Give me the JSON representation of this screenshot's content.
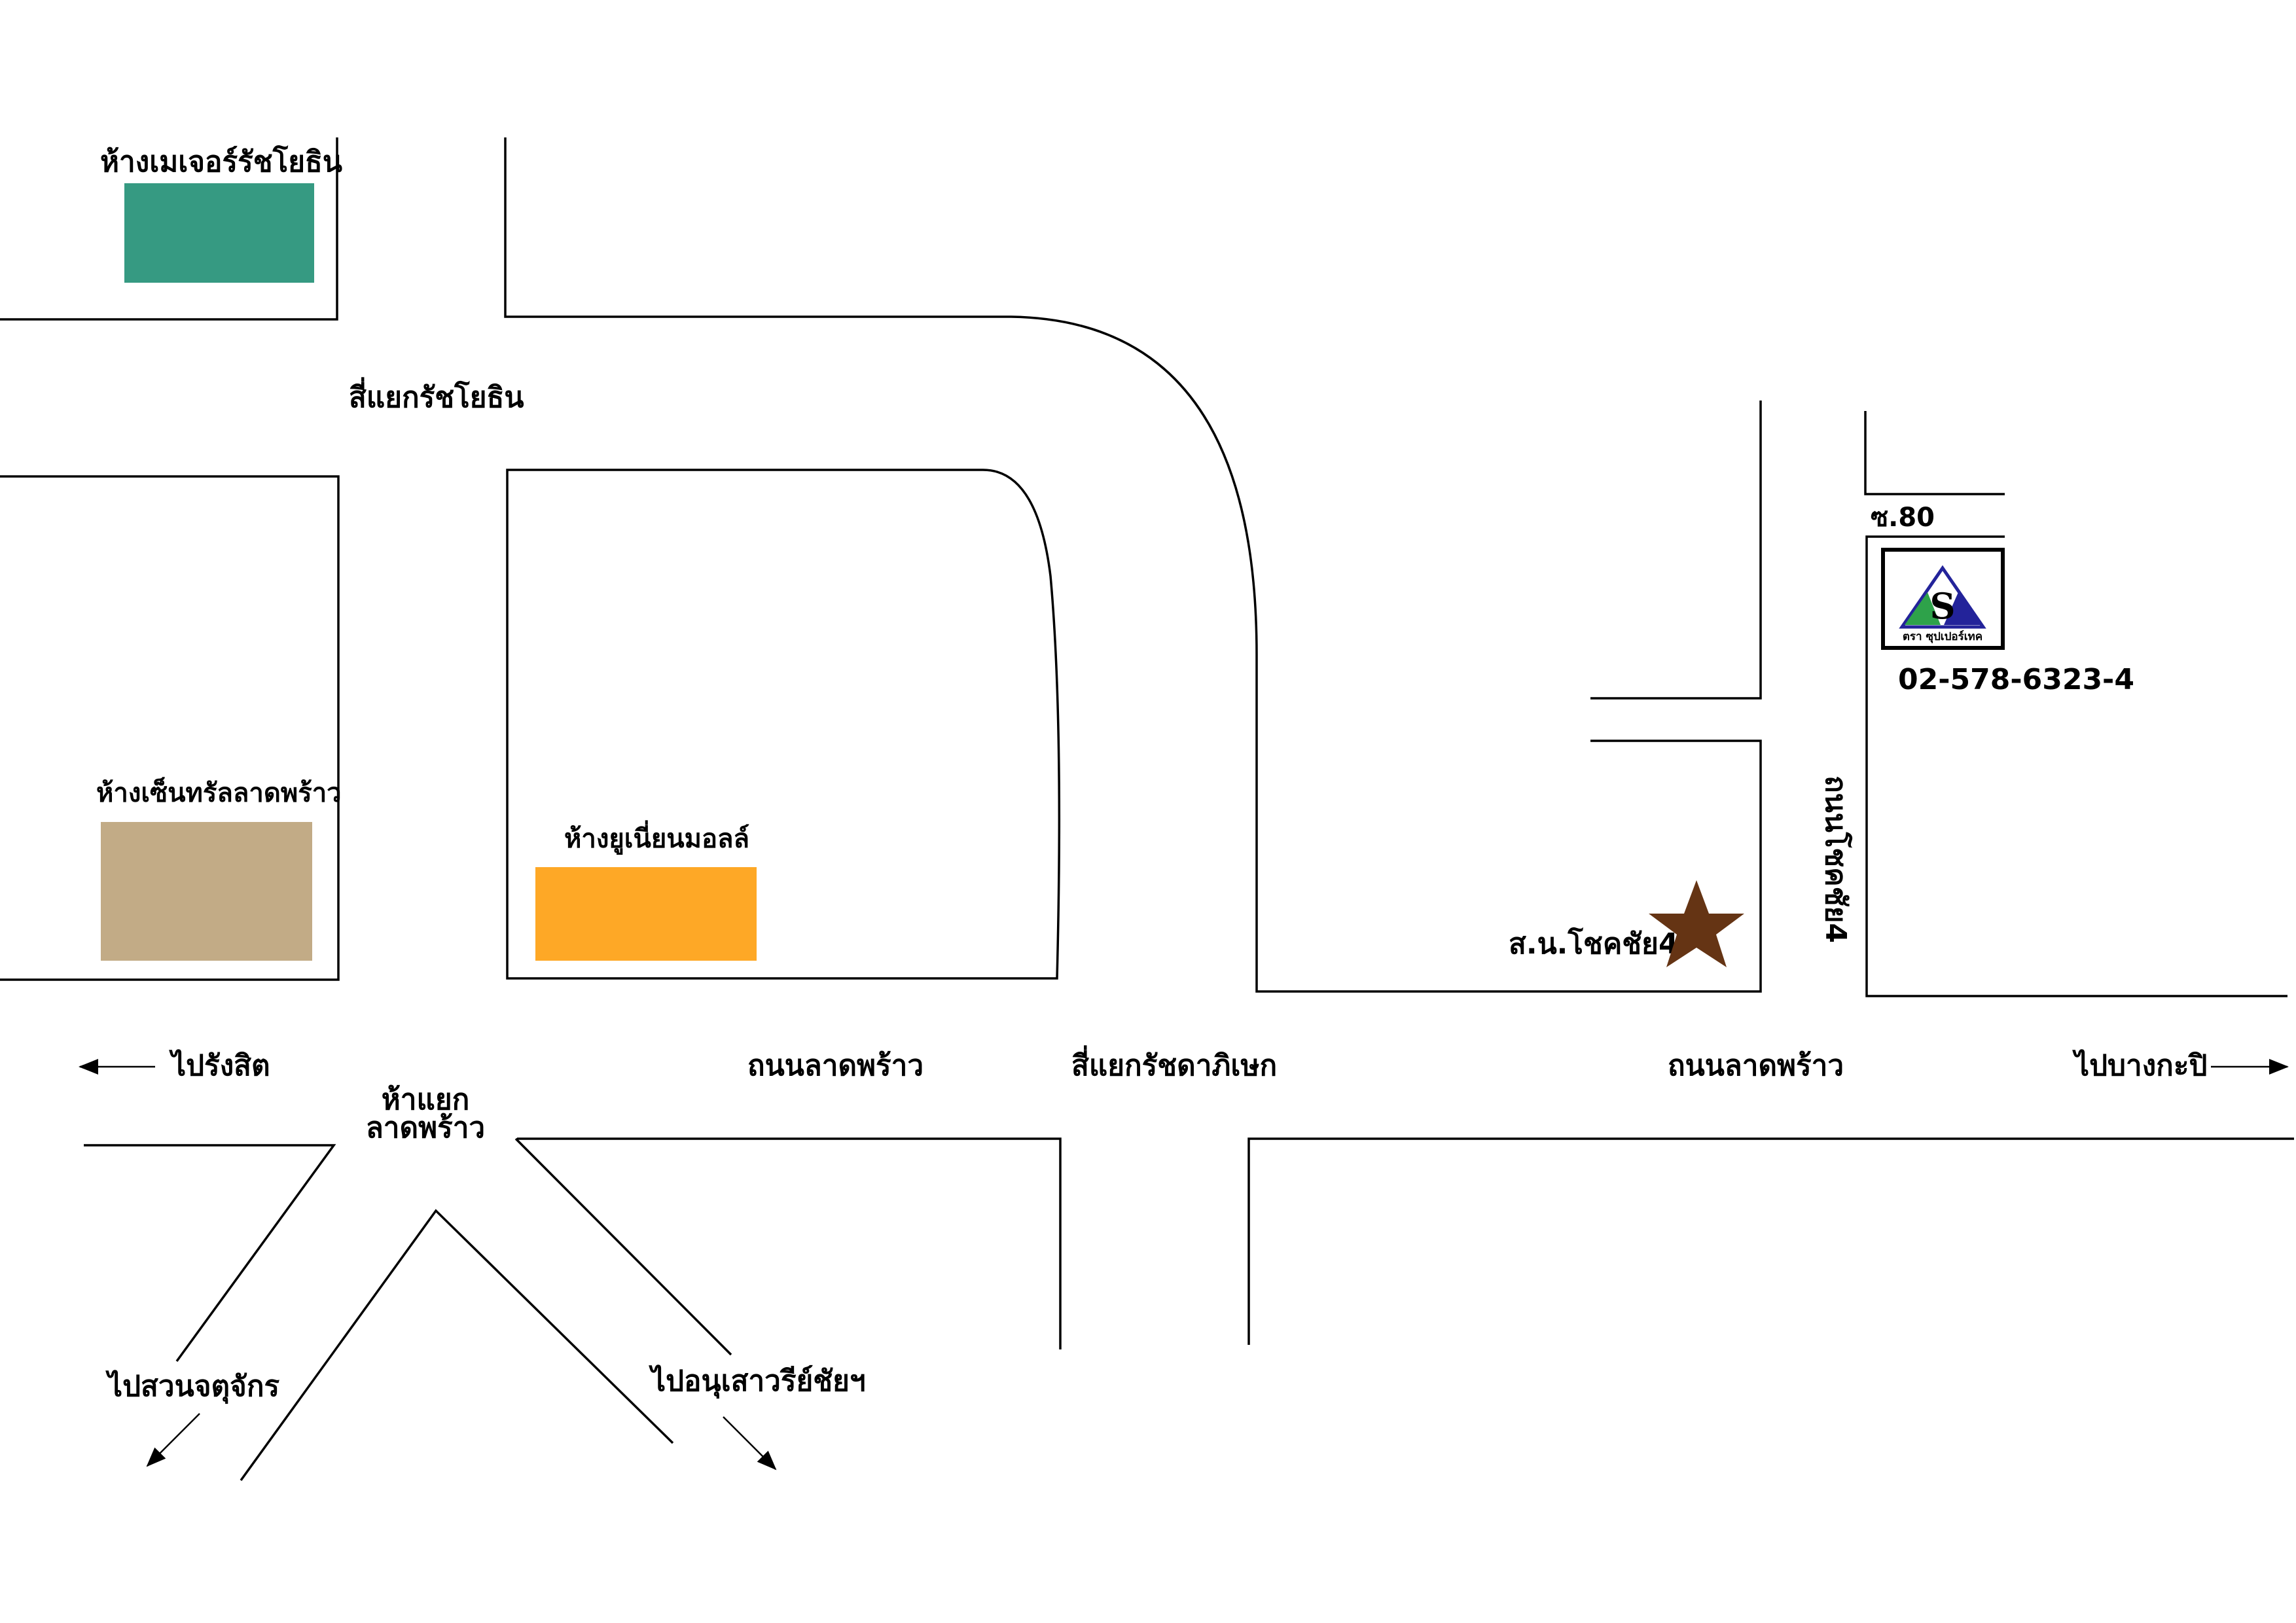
{
  "colors": {
    "major_mall": "#369a82",
    "central_mall": "#c2ab86",
    "union_mall": "#fea826",
    "star": "#653414",
    "logo_red": "#e23333",
    "logo_blue": "#23239a",
    "logo_green": "#2ea24a"
  },
  "places": {
    "major_mall": "ห้างเมเจอร์รัชโยธิน",
    "central_mall": "ห้างเซ็นทรัลลาดพร้าว",
    "union_mall": "ห้างยูเนี่ยนมอลล์",
    "destination": "ส.น.โชคชัย4"
  },
  "intersections": {
    "ratchayothin": "สี่แยกรัชโยธิน",
    "ha_yaek_line1": "ห้าแยก",
    "ha_yaek_line2": "ลาดพร้าว",
    "ratchadaphisek": "สี่แยกรัชดาภิเษก"
  },
  "roads": {
    "lat_phrao_1": "ถนนลาดพร้าว",
    "lat_phrao_2": "ถนนลาดพร้าว",
    "chok_chai_4": "ถนนโชคชัย4",
    "soi": "ซ.80"
  },
  "directions": {
    "rangsit": "ไปรังสิต",
    "bang_kapi": "ไปบางกะปิ",
    "suan_chatuchak": "ไปสวนจตุจักร",
    "victory_monument": "ไปอนุเสาวรีย์ชัยฯ"
  },
  "company": {
    "logo_letter": "S",
    "logo_caption": "ตรา ซุปเปอร์เทค",
    "phone": "02-578-6323-4"
  },
  "icons": {
    "destination": "star-icon",
    "company": "triangle-logo-icon",
    "arrows": "arrow-icon"
  }
}
